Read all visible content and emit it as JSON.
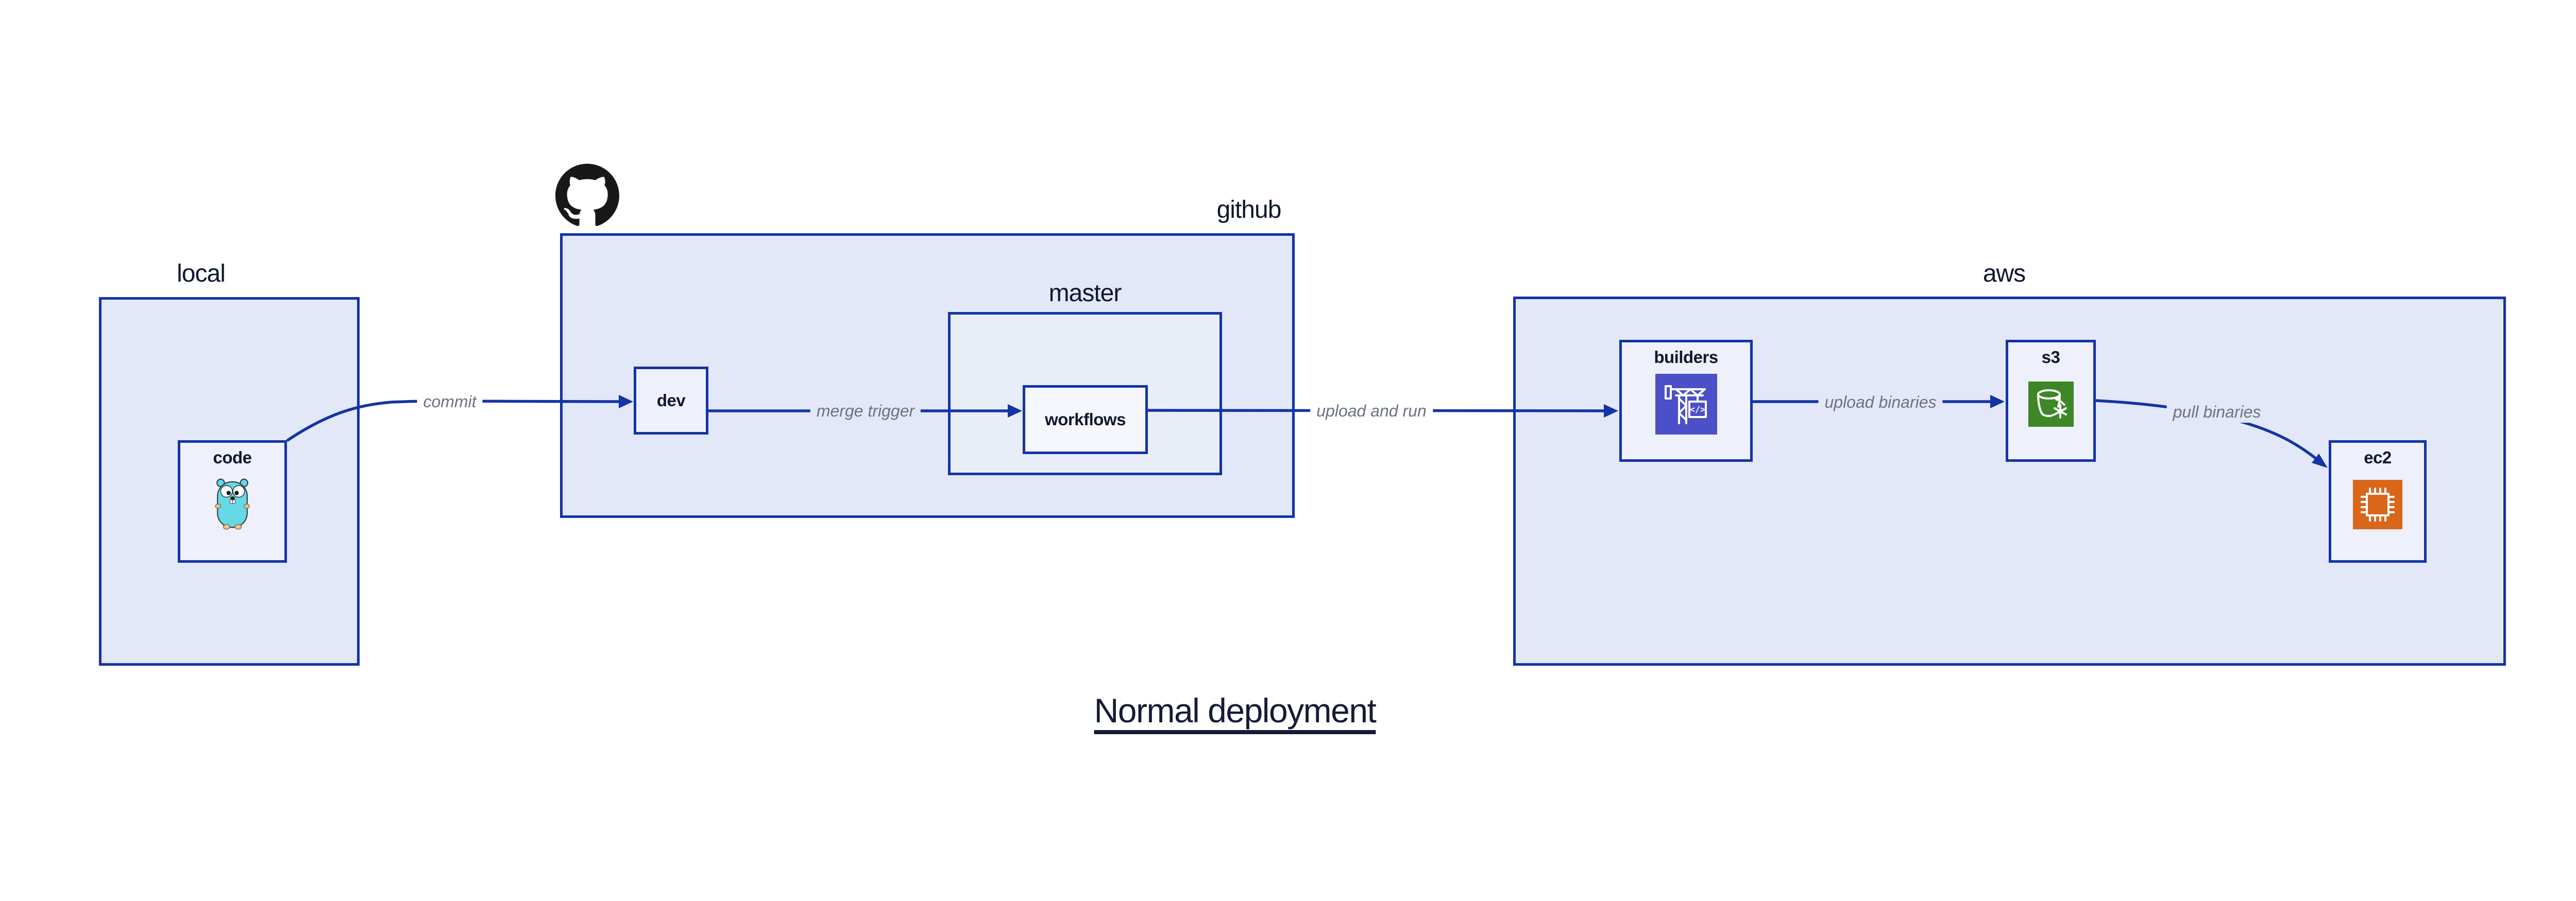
{
  "title": {
    "text": "Normal deployment"
  },
  "containers": {
    "local": {
      "label": "local"
    },
    "github": {
      "label": "github"
    },
    "master": {
      "label": "master"
    },
    "aws": {
      "label": "aws"
    }
  },
  "nodes": {
    "code": {
      "label": "code",
      "icon": "go-gopher-icon"
    },
    "dev": {
      "label": "dev"
    },
    "workflows": {
      "label": "workflows"
    },
    "builders": {
      "label": "builders",
      "icon": "aws-codebuild-crane-icon",
      "icon_glyph": "</>",
      "icon_color": "#4b50c8"
    },
    "s3": {
      "label": "s3",
      "icon": "aws-s3-bucket-snowflake-icon",
      "icon_color": "#3e8727"
    },
    "ec2": {
      "label": "ec2",
      "icon": "aws-ec2-chip-icon",
      "icon_color": "#d9671a"
    }
  },
  "edges": [
    {
      "from": "code",
      "to": "dev",
      "label": "commit"
    },
    {
      "from": "dev",
      "to": "workflows",
      "label": "merge trigger"
    },
    {
      "from": "workflows",
      "to": "builders",
      "label": "upload and run"
    },
    {
      "from": "builders",
      "to": "s3",
      "label": "upload binaries"
    },
    {
      "from": "s3",
      "to": "ec2",
      "label": "pull binaries"
    }
  ],
  "logos": {
    "github_mark": "github-octocat-icon"
  },
  "colors": {
    "accent_blue": "#1434a4",
    "container_fill": "#e2e8f7",
    "node_fill": "#eef1fb",
    "inner_node_fill": "#f5f7fd",
    "node_label_text": "#10182f",
    "edge_label_text": "#6b7280",
    "gopher_teal": "#67d8e6",
    "background": "#ffffff"
  }
}
